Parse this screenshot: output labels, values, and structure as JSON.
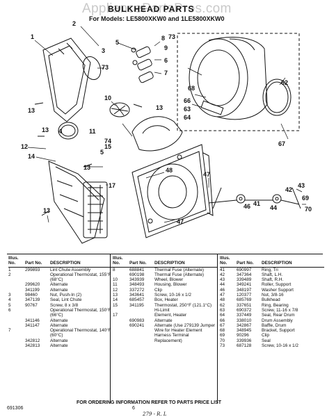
{
  "watermark": "AppliancePartsPros.com",
  "header": {
    "title": "BULKHEAD PARTS",
    "models": "For Models: LE5800XKW0 and 1LE5800XKW0"
  },
  "callouts": [
    "1",
    "2",
    "3",
    "4",
    "5",
    "5",
    "6",
    "7",
    "8",
    "9",
    "10",
    "11",
    "12",
    "13",
    "13",
    "13",
    "13",
    "13",
    "14",
    "15",
    "17",
    "41",
    "42",
    "43",
    "44",
    "46",
    "47",
    "47",
    "48",
    "62",
    "63",
    "64",
    "66",
    "67",
    "68",
    "69",
    "70",
    "73",
    "73",
    "74"
  ],
  "tables": {
    "headers": {
      "illus": "Illus. No.",
      "part": "Part No.",
      "desc": "DESCRIPTION"
    },
    "col1": [
      [
        "1",
        "299893",
        "Lint Chute Assembly"
      ],
      [
        "2",
        "",
        "Operational Thermostat, 155°F (68°C)"
      ],
      [
        "",
        "299620",
        "Alternate"
      ],
      [
        "",
        "341199",
        "Alternate"
      ],
      [
        "3",
        "98460",
        "Nut, Push-In (2)"
      ],
      [
        "4",
        "347139",
        "Seal, Lint Chute"
      ],
      [
        "5",
        "90767",
        "Screw, 8 x 3/8"
      ],
      [
        "6",
        "",
        "Operational Thermostat, 150°F (66°C)"
      ],
      [
        "",
        "341146",
        "Alternate"
      ],
      [
        "",
        "341147",
        "Alternate"
      ],
      [
        "7",
        "",
        "Operational Thermostat, 140°F (60°C)"
      ],
      [
        "",
        "342812",
        "Alternate"
      ],
      [
        "",
        "342813",
        "Alternate"
      ]
    ],
    "col2": [
      [
        "8",
        "688841",
        "Thermal Fuse (Alternate)"
      ],
      [
        "",
        "690198",
        "Thermal Fuse (Alternate)"
      ],
      [
        "10",
        "343939",
        "Wheel, Blower"
      ],
      [
        "11",
        "348493",
        "Housing, Blower"
      ],
      [
        "12",
        "337272",
        "Clip"
      ],
      [
        "13",
        "343641",
        "Screw, 10-16 x 1/2"
      ],
      [
        "14",
        "685457",
        "Box, Heater"
      ],
      [
        "15",
        "341195",
        "Thermostat, 250°F (121.1°C) Hi-Limit"
      ],
      [
        "17",
        "",
        "Element, Heater"
      ],
      [
        "",
        "690983",
        "Alternate"
      ],
      [
        "",
        "690241",
        "Alternate (Use 279139 Jumper Wire for Heater Element Harness Terminal Replacement)"
      ]
    ],
    "col3": [
      [
        "41",
        "690997",
        "Ring, Tri"
      ],
      [
        "42",
        "347364",
        "Shaft, L.H."
      ],
      [
        "43",
        "339489",
        "Shaft, R.H."
      ],
      [
        "44",
        "349241",
        "Roller, Support"
      ],
      [
        "46",
        "348197",
        "Washer Support"
      ],
      [
        "47",
        "120377",
        "Nut, 3/8-16"
      ],
      [
        "48",
        "685769",
        "Bulkhead"
      ],
      [
        "62",
        "337651",
        "Ring, Bearing"
      ],
      [
        "63",
        "690372",
        "Screw, 11-16 x 7/8"
      ],
      [
        "64",
        "337449",
        "Seal, Rear Drum"
      ],
      [
        "66",
        "338010",
        "Drum Assembly"
      ],
      [
        "67",
        "342867",
        "Baffle, Drum"
      ],
      [
        "68",
        "348945",
        "Bracket, Support"
      ],
      [
        "69",
        "90296",
        "Clip"
      ],
      [
        "70",
        "339936",
        "Seal"
      ],
      [
        "73",
        "687128",
        "Screw, 10-16 x 1/2"
      ]
    ]
  },
  "footer": {
    "note": "FOR ORDERING INFORMATION REFER TO PARTS PRICE LIST",
    "doc_number": "691306",
    "page_number": "6",
    "handwriting": "279 - R. L"
  }
}
